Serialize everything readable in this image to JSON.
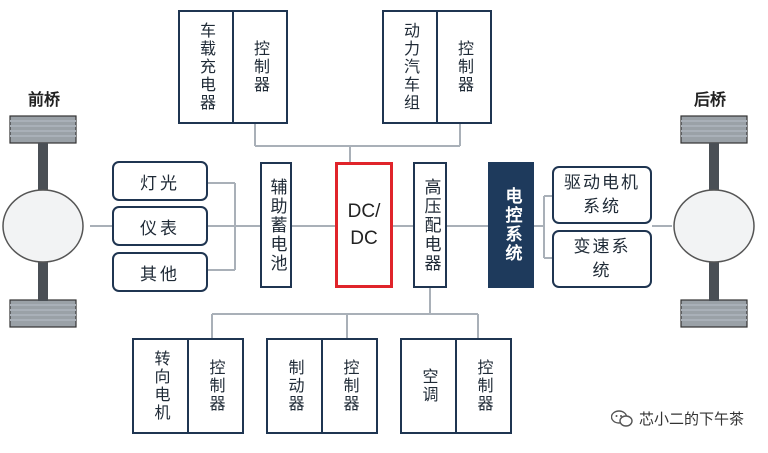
{
  "axles": {
    "front": "前桥",
    "rear": "后桥"
  },
  "top_boxes": [
    {
      "device": "车载充电器",
      "controller": "控制器"
    },
    {
      "device": "动力汽车组",
      "controller": "控制器"
    }
  ],
  "left_loads": [
    "灯光",
    "仪表",
    "其他"
  ],
  "center_chain": {
    "battery": "辅助蓄电池",
    "dcdc_line1": "DC/",
    "dcdc_line2": "DC",
    "hv_distribution": "高压配电器",
    "ecu": "电控系统"
  },
  "right_boxes": [
    "驱动电机系统",
    "变速系统"
  ],
  "bottom_boxes": [
    {
      "device": "转向电机",
      "controller": "控制器"
    },
    {
      "device": "制动器",
      "controller": "控制器"
    },
    {
      "device": "空调",
      "controller": "控制器"
    }
  ],
  "watermark": "芯小二的下午茶",
  "colors": {
    "box_border": "#1f3551",
    "ecu_fill": "#1e3a5c",
    "highlight": "#e0242a",
    "connector": "#a9b0b8"
  }
}
